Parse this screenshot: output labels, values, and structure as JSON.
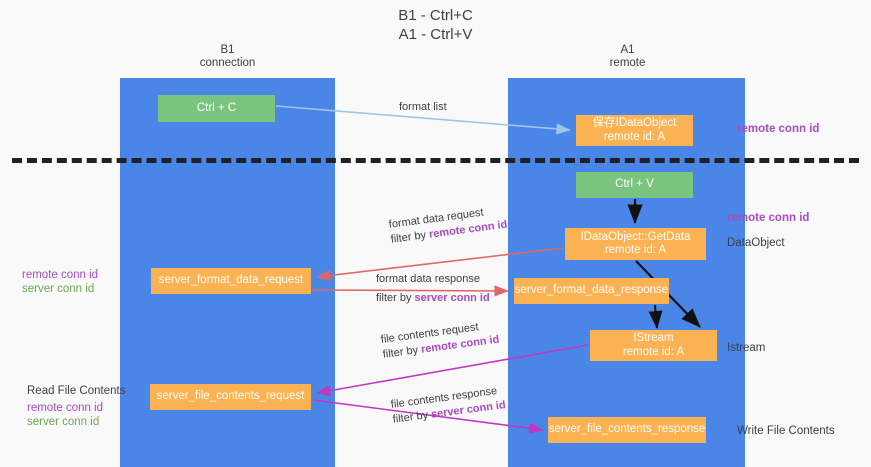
{
  "title": {
    "line1": "B1 - Ctrl+C",
    "line2": "A1 - Ctrl+V"
  },
  "lanes": [
    {
      "id": "b1",
      "name": "B1",
      "subtitle": "connection"
    },
    {
      "id": "a1",
      "name": "A1",
      "subtitle": "remote"
    }
  ],
  "boxes": {
    "ctrl_c": {
      "line1": "Ctrl + C",
      "color": "#7ac47f"
    },
    "idataobject": {
      "line1": "保存IDataObject",
      "line2": "remote id: A",
      "color": "#fbb253"
    },
    "ctrl_v": {
      "line1": "Ctrl + V",
      "color": "#7ac47f"
    },
    "getdata": {
      "line1": "IDataObject::GetData",
      "line2": "remote id: A",
      "color": "#fbb253"
    },
    "server_format_data_request": {
      "line1": "server_format_data_request",
      "color": "#fbb253"
    },
    "server_format_data_response": {
      "line1": "server_format_data_response",
      "color": "#fbb253"
    },
    "istream": {
      "line1": "IStream",
      "line2": "remote id: A",
      "color": "#fbb253"
    },
    "server_file_contents_request": {
      "line1": "server_file_contents_request",
      "color": "#fbb253"
    },
    "server_file_contents_response": {
      "line1": "server_file_contents_response",
      "color": "#fbb253"
    }
  },
  "mid_labels": {
    "format_list": "format list",
    "format_data_request": "format data request",
    "format_data_request_filter_prefix": "filter by ",
    "format_data_request_filter_id": "remote conn id",
    "format_data_response": "format data response",
    "format_data_response_filter_prefix": "filter by ",
    "format_data_response_filter_id": "server conn id",
    "file_contents_request": "file contents request",
    "file_contents_request_filter_prefix": "filter by ",
    "file_contents_request_filter_id": "remote conn id",
    "file_contents_response": "file contents response",
    "file_contents_response_filter_prefix": "filter by ",
    "file_contents_response_filter_id": "server conn id"
  },
  "annotations": {
    "remote_conn_id_top": "remote conn id",
    "remote_conn_id_mid": "remote conn id",
    "dataobject": "DataObject",
    "istream": "Istream",
    "write_file_contents": "Write File Contents",
    "read_file_contents": "Read File Contents",
    "left_remote_conn_id_1": "remote conn id",
    "left_server_conn_id_1": "server conn id",
    "left_remote_conn_id_2": "remote conn id",
    "left_server_conn_id_2": "server conn id"
  },
  "colors": {
    "lane": "#4a86e8",
    "green_box": "#7ac47f",
    "orange_box": "#fbb253",
    "purple_text": "#a64dbd",
    "green_text": "#6aa84f",
    "arrow_light_blue": "#9fc5e8",
    "arrow_red": "#e06666",
    "arrow_magenta": "#c137c1",
    "arrow_black": "#000000",
    "background": "#f9f9fa"
  }
}
